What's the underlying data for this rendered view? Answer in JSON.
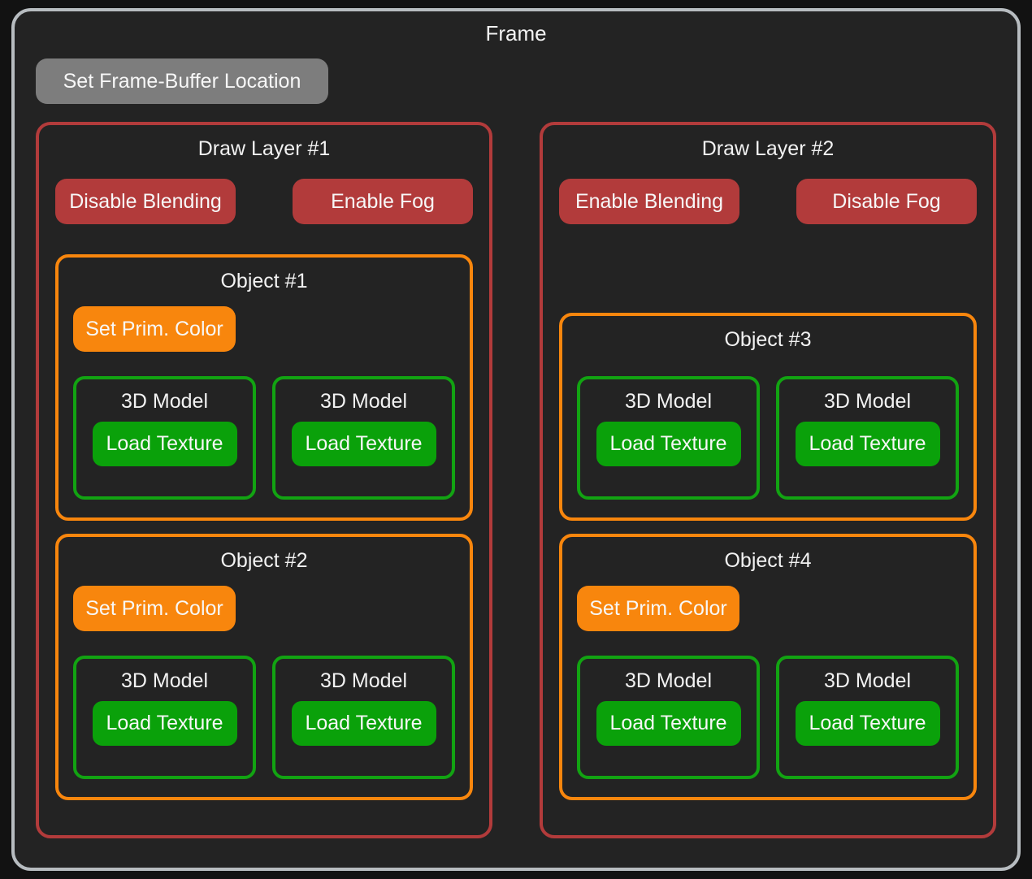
{
  "frame": {
    "title": "Frame",
    "set_framebuffer_label": "Set Frame-Buffer Location"
  },
  "colors": {
    "frame_border": "#b7bcc0",
    "frame_background": "#232323",
    "page_background": "#121212",
    "neutral_button": "#7d7d7d",
    "layer_accent": "#b23b3b",
    "object_accent": "#f8860d",
    "model_accent": "#12a312",
    "model_button": "#0aa10a",
    "text": "#f2f2f2"
  },
  "draw_layers": [
    {
      "title": "Draw Layer #1",
      "state_buttons": [
        {
          "label": "Disable Blending"
        },
        {
          "label": "Enable Fog"
        }
      ],
      "objects": [
        {
          "title": "Object #1",
          "set_prim_color_label": "Set Prim. Color",
          "models": [
            {
              "title": "3D Model",
              "load_texture_label": "Load Texture"
            },
            {
              "title": "3D Model",
              "load_texture_label": "Load Texture"
            }
          ]
        },
        {
          "title": "Object #2",
          "set_prim_color_label": "Set Prim. Color",
          "models": [
            {
              "title": "3D Model",
              "load_texture_label": "Load Texture"
            },
            {
              "title": "3D Model",
              "load_texture_label": "Load Texture"
            }
          ]
        }
      ]
    },
    {
      "title": "Draw Layer #2",
      "state_buttons": [
        {
          "label": "Enable Blending"
        },
        {
          "label": "Disable Fog"
        }
      ],
      "objects": [
        {
          "title": "Object #3",
          "set_prim_color_label": null,
          "models": [
            {
              "title": "3D Model",
              "load_texture_label": "Load Texture"
            },
            {
              "title": "3D Model",
              "load_texture_label": "Load Texture"
            }
          ]
        },
        {
          "title": "Object #4",
          "set_prim_color_label": "Set Prim. Color",
          "models": [
            {
              "title": "3D Model",
              "load_texture_label": "Load Texture"
            },
            {
              "title": "3D Model",
              "load_texture_label": "Load Texture"
            }
          ]
        }
      ]
    }
  ]
}
